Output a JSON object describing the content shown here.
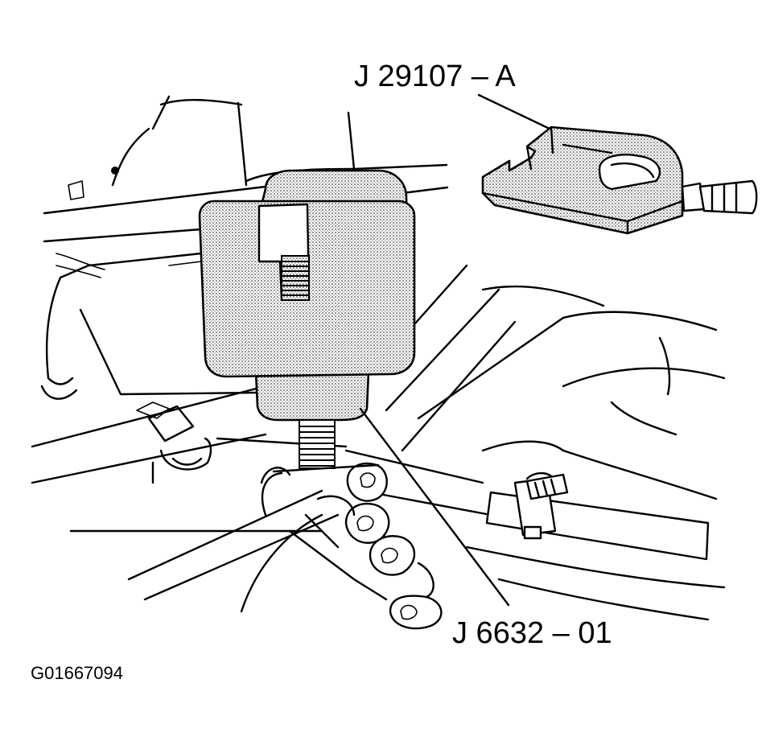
{
  "figure": {
    "tool_label_top": "J 29107 – A",
    "tool_label_bottom": "J 6632 – 01",
    "figure_id": "G01667094"
  }
}
